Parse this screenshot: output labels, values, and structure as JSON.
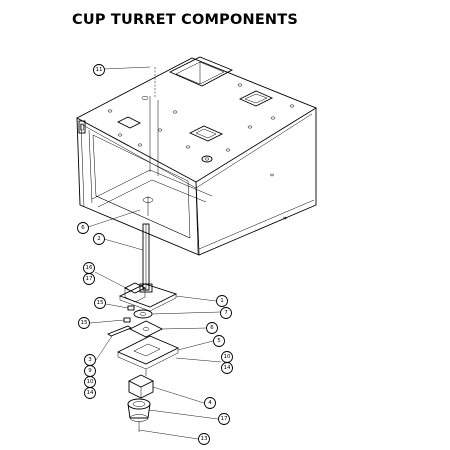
{
  "title": "CUP TURRET COMPONENTS",
  "callouts": {
    "c11": "11",
    "c6a": "6",
    "c2": "2",
    "c16": "16",
    "c17a": "17",
    "c15a": "15",
    "c15b": "15",
    "c1": "1",
    "c7": "7",
    "c6b": "6",
    "c5": "5",
    "c3": "3",
    "c9": "9",
    "c10a": "10",
    "c14a": "14",
    "c10b": "10",
    "c14b": "14",
    "c4": "4",
    "c17b": "17",
    "c13": "13"
  }
}
